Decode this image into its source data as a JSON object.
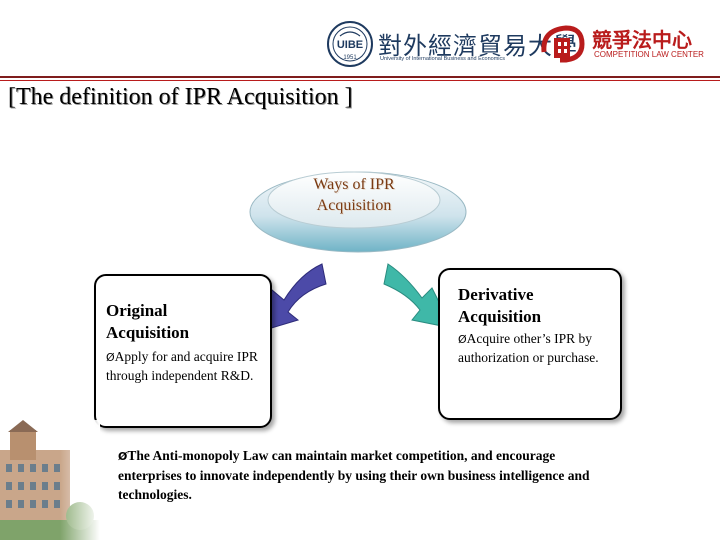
{
  "header": {
    "university_name_cn": "對外經濟貿易大學",
    "university_name_en": "University of International Business and Economics",
    "seal_year": "1951",
    "seal_abbr": "UIBE",
    "center_name_cn": "競爭法中心",
    "center_name_en": "COMPETITION LAW CENTER"
  },
  "slide": {
    "title": "[The definition of IPR Acquisition ]",
    "center_node": {
      "line1": "Ways of IPR",
      "line2": "Acquisition"
    },
    "left_box": {
      "title_line1": "Original",
      "title_line2": "Acquisition",
      "bullet_mark": "Ø",
      "bullet_text": "Apply for and acquire IPR through independent R&D."
    },
    "right_box": {
      "title_line1": "Derivative",
      "title_line2": "Acquisition",
      "bullet_mark": "Ø",
      "bullet_text": "Acquire other’s IPR by authorization or purchase."
    },
    "note": {
      "bullet_mark": "Ø",
      "text": "The Anti-monopoly Law can maintain market competition, and encourage enterprises to innovate independently by using their own business intelligence and technologies."
    }
  },
  "colors": {
    "header_rule": "#7f1d1d",
    "center_node_text": "#7a3a12",
    "left_arrow": "#4c4aa8",
    "right_arrow": "#3fb8a8",
    "ellipse_fill": "#cfe3ec",
    "logo_red": "#b91c1c",
    "logo_navy": "#1e3a5f"
  }
}
